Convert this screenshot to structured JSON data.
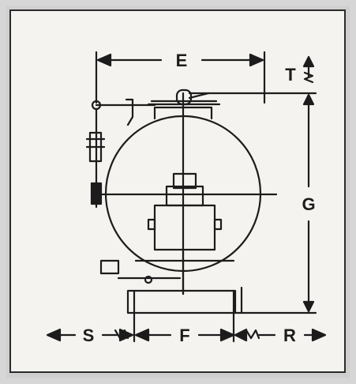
{
  "diagram": {
    "dimension_labels": {
      "E": "E",
      "T": "T",
      "G": "G",
      "S": "S",
      "F": "F",
      "R": "R"
    },
    "line_color": "#1c1c1c",
    "paper_color": "#f4f3ef"
  }
}
